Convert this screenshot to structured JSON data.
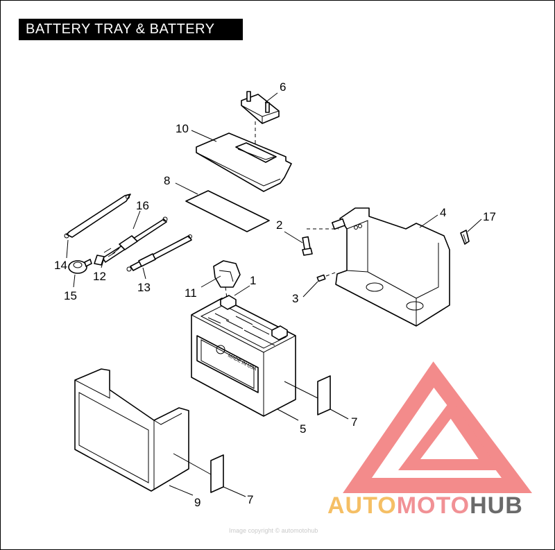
{
  "title": "BATTERY TRAY & BATTERY",
  "callouts": [
    {
      "id": "1",
      "label": "1"
    },
    {
      "id": "2",
      "label": "2"
    },
    {
      "id": "3",
      "label": "3"
    },
    {
      "id": "4",
      "label": "4"
    },
    {
      "id": "5",
      "label": "5"
    },
    {
      "id": "6",
      "label": "6"
    },
    {
      "id": "7a",
      "label": "7"
    },
    {
      "id": "7b",
      "label": "7"
    },
    {
      "id": "8",
      "label": "8"
    },
    {
      "id": "9",
      "label": "9"
    },
    {
      "id": "10",
      "label": "10"
    },
    {
      "id": "11",
      "label": "11"
    },
    {
      "id": "12",
      "label": "12"
    },
    {
      "id": "13",
      "label": "13"
    },
    {
      "id": "14",
      "label": "14"
    },
    {
      "id": "15",
      "label": "15"
    },
    {
      "id": "16",
      "label": "16"
    },
    {
      "id": "17",
      "label": "17"
    }
  ],
  "battery_stamp": "MADE IN USA",
  "watermark": {
    "part1": "AUTO",
    "part2": "MOTO",
    "part3": "HUB",
    "color1": "#f5b955",
    "color2": "#f0868a",
    "color3": "#5a5a5a",
    "triangle_color": "#f27f7f"
  },
  "footer_text": "Image copyright © automotohub"
}
